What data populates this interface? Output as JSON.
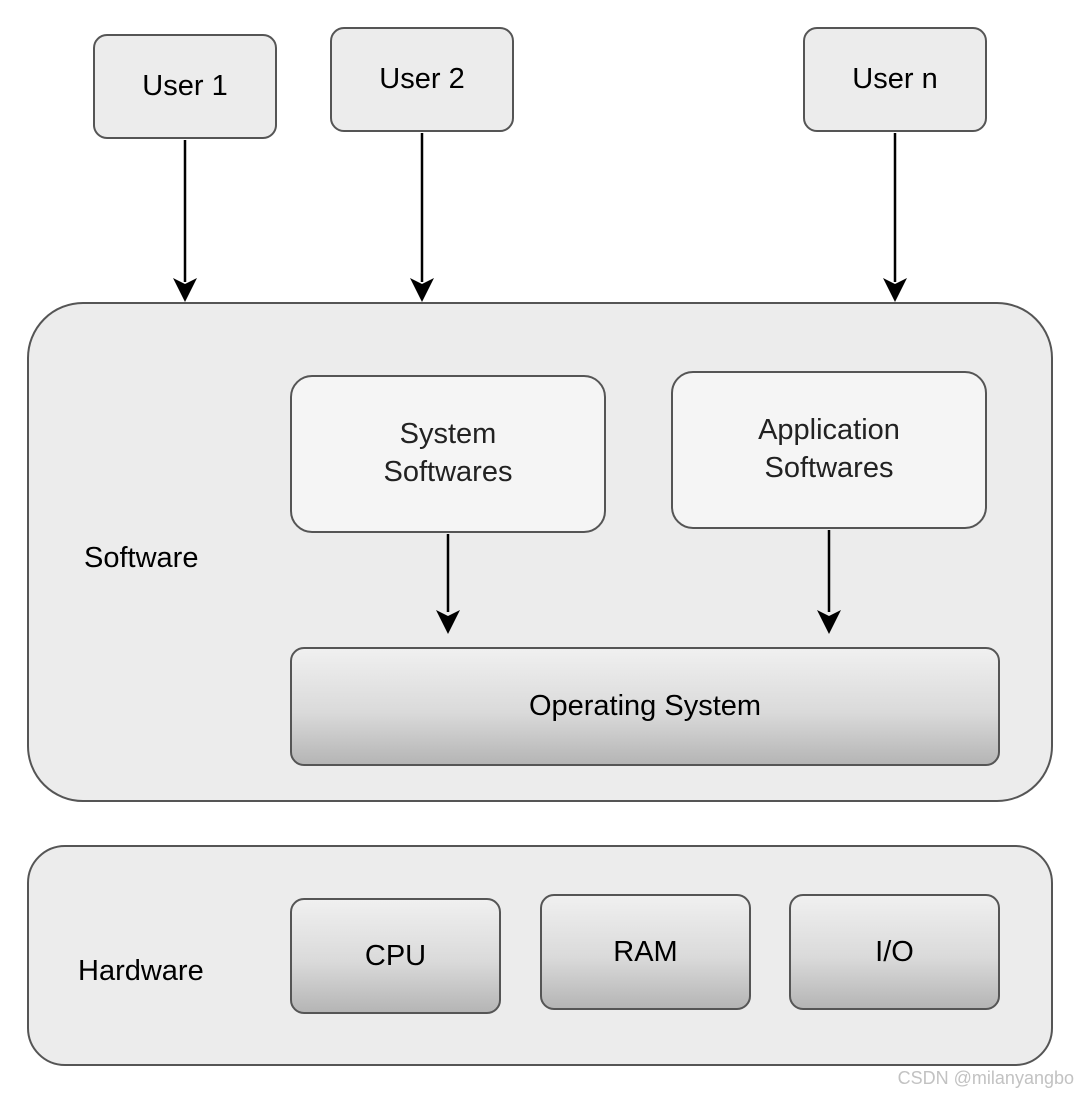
{
  "users": [
    {
      "label": "User 1"
    },
    {
      "label": "User 2"
    },
    {
      "label": "User n"
    }
  ],
  "software": {
    "label": "Software",
    "system_softwares": {
      "line1": "System",
      "line2": "Softwares"
    },
    "application_softwares": {
      "line1": "Application",
      "line2": "Softwares"
    },
    "operating_system": "Operating System"
  },
  "hardware": {
    "label": "Hardware",
    "components": [
      "CPU",
      "RAM",
      "I/O"
    ]
  },
  "watermark": "CSDN @milanyangbo"
}
